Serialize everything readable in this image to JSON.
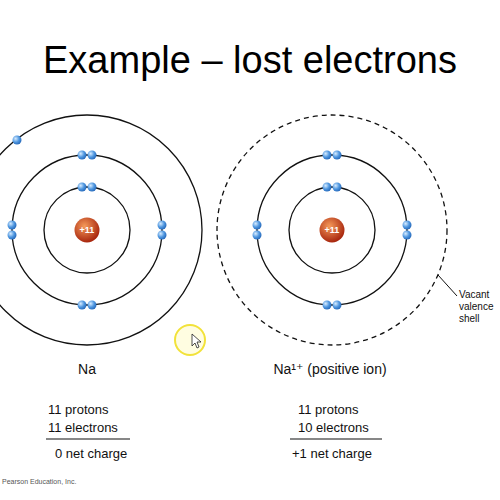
{
  "diagram": {
    "title": "Example – lost electrons",
    "nodes": [
      {
        "text": [
          "+11"
        ]
      },
      {
        "text": [
          "+11"
        ]
      }
    ],
    "labels": [
      "Na",
      "11 protons",
      "11 electrons",
      "0 net charge",
      "Na¹⁺ (positive ion)",
      "11 protons",
      "10 electrons",
      "+1 net charge",
      "Vacant valence shell",
      "Pearson Education, Inc."
    ]
  }
}
